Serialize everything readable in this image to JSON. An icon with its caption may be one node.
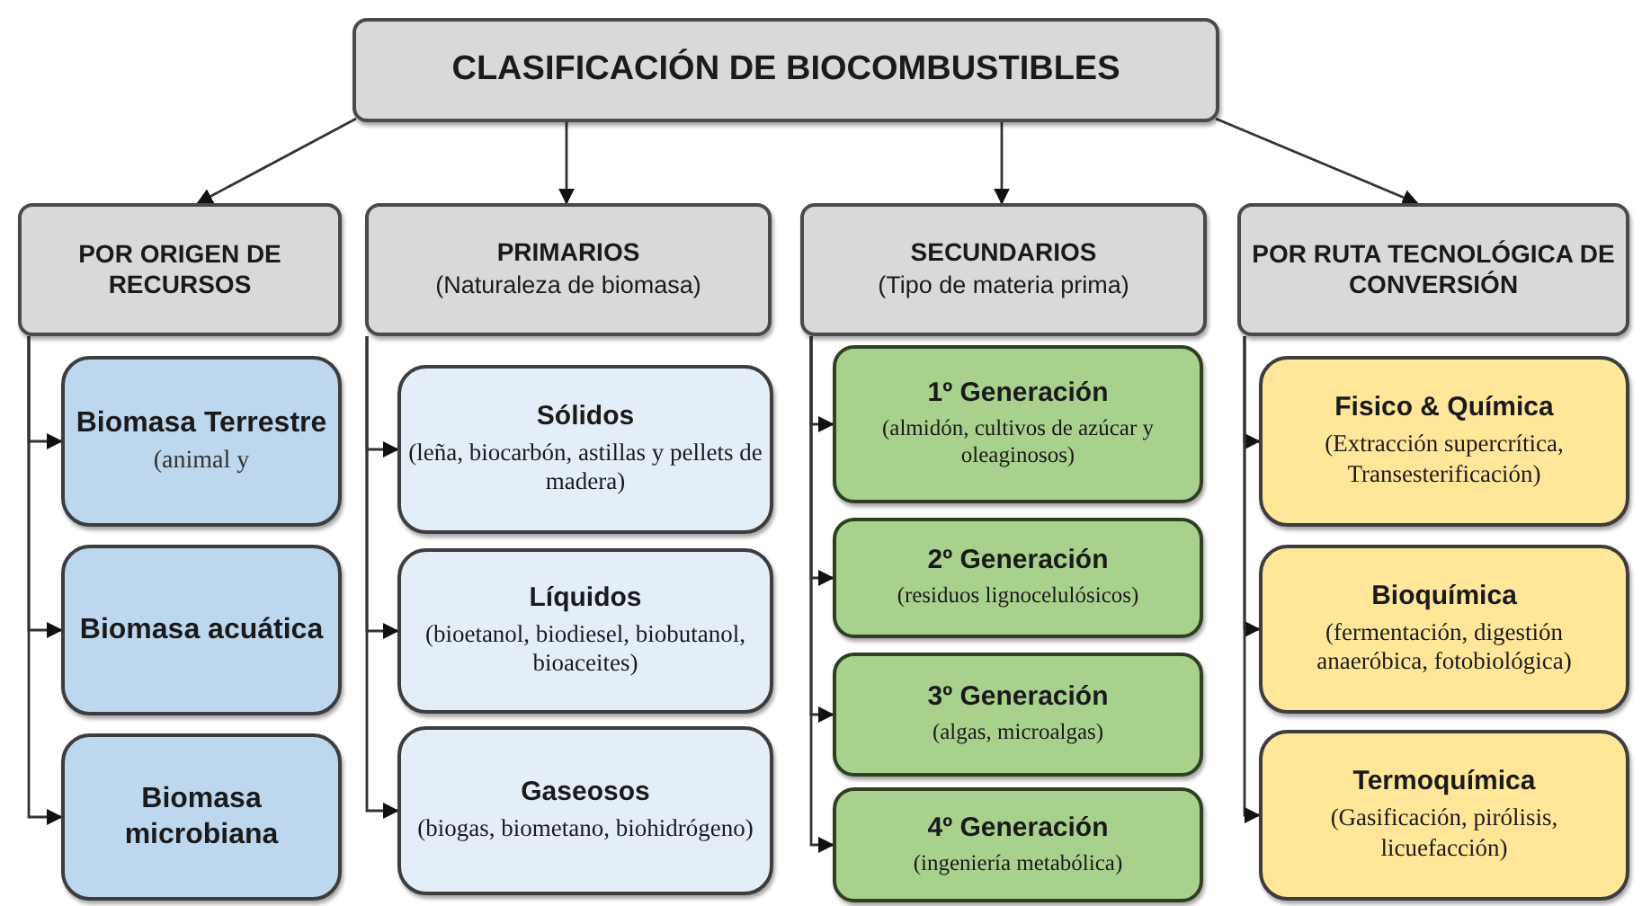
{
  "diagram": {
    "nodes": [
      {
        "text": [
          "CLASIFICACIÓN DE BIOCOMBUSTIBLES"
        ]
      },
      {
        "text": [
          "POR ORIGEN DE RECURSOS"
        ]
      },
      {
        "text": [
          "PRIMARIOS",
          "(Naturaleza de biomasa)"
        ]
      },
      {
        "text": [
          "SECUNDARIOS",
          "(Tipo de materia prima)"
        ]
      },
      {
        "text": [
          "POR RUTA TECNOLÓGICA DE CONVERSIÓN"
        ]
      },
      {
        "text": [
          "Biomasa Terrestre",
          "(animal y"
        ]
      },
      {
        "text": [
          "Biomasa acuática"
        ]
      },
      {
        "text": [
          "Biomasa microbiana"
        ]
      },
      {
        "text": [
          "Sólidos",
          "(leña, biocarbón, astillas y pellets de madera)"
        ]
      },
      {
        "text": [
          "Líquidos",
          "(bioetanol, biodiesel, biobutanol, bioaceites)"
        ]
      },
      {
        "text": [
          "Gaseosos",
          "(biogas, biometano, biohidrógeno)"
        ]
      },
      {
        "text": [
          "1º Generación",
          "(almidón, cultivos de azúcar y oleaginosos)"
        ]
      },
      {
        "text": [
          "2º Generación",
          "(residuos lignocelulósicos)"
        ]
      },
      {
        "text": [
          "3º Generación",
          "(algas, microalgas)"
        ]
      },
      {
        "text": [
          "4º Generación",
          "(ingeniería metabólica)"
        ]
      },
      {
        "text": [
          "Fisico & Química",
          "(Extracción supercrítica, Transesterificación)"
        ]
      },
      {
        "text": [
          "Bioquímica",
          "(fermentación, digestión anaeróbica, fotobiológica)"
        ]
      },
      {
        "text": [
          "Termoquímica",
          "(Gasificación, pirólisis, licuefacción)"
        ]
      }
    ],
    "edges": [
      {
        "from": 0,
        "to": 1,
        "arrow": "to"
      },
      {
        "from": 0,
        "to": 2,
        "arrow": "to"
      },
      {
        "from": 0,
        "to": 3,
        "arrow": "to"
      },
      {
        "from": 0,
        "to": 4,
        "arrow": "to"
      },
      {
        "from": 1,
        "to": 5,
        "arrow": "to"
      },
      {
        "from": 1,
        "to": 6,
        "arrow": "to"
      },
      {
        "from": 1,
        "to": 7,
        "arrow": "to"
      },
      {
        "from": 2,
        "to": 8,
        "arrow": "to"
      },
      {
        "from": 2,
        "to": 9,
        "arrow": "to"
      },
      {
        "from": 2,
        "to": 10,
        "arrow": "to"
      },
      {
        "from": 3,
        "to": 11,
        "arrow": "to"
      },
      {
        "from": 3,
        "to": 12,
        "arrow": "to"
      },
      {
        "from": 3,
        "to": 13,
        "arrow": "to"
      },
      {
        "from": 3,
        "to": 14,
        "arrow": "to"
      },
      {
        "from": 4,
        "to": 15,
        "arrow": "to"
      },
      {
        "from": 4,
        "to": 16,
        "arrow": "to"
      },
      {
        "from": 4,
        "to": 17,
        "arrow": "to"
      }
    ]
  }
}
